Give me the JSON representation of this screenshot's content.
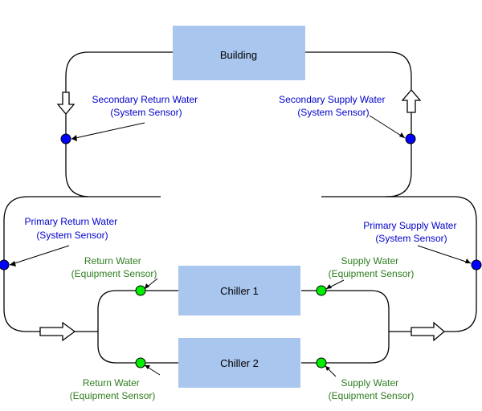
{
  "colors": {
    "box_fill": "#a9c6ef",
    "line": "#000000",
    "system_sensor": "#0000ff",
    "equipment_sensor": "#00ee00",
    "system_label": "#0000cc",
    "equipment_label": "#2e7d1f"
  },
  "boxes": {
    "building": "Building",
    "chiller1": "Chiller 1",
    "chiller2": "Chiller 2"
  },
  "labels": {
    "secondary_return": {
      "line1": "Secondary Return Water",
      "line2": "(System Sensor)"
    },
    "secondary_supply": {
      "line1": "Secondary Supply Water",
      "line2": "(System Sensor)"
    },
    "primary_return": {
      "line1": "Primary Return Water",
      "line2": "(System Sensor)"
    },
    "primary_supply": {
      "line1": "Primary Supply Water",
      "line2": "(System Sensor)"
    },
    "ch1_return": {
      "line1": "Return Water",
      "line2": "(Equipment Sensor)"
    },
    "ch1_supply": {
      "line1": "Supply Water",
      "line2": "(Equipment Sensor)"
    },
    "ch2_return": {
      "line1": "Return Water",
      "line2": "(Equipment Sensor)"
    },
    "ch2_supply": {
      "line1": "Supply Water",
      "line2": "(Equipment Sensor)"
    }
  }
}
